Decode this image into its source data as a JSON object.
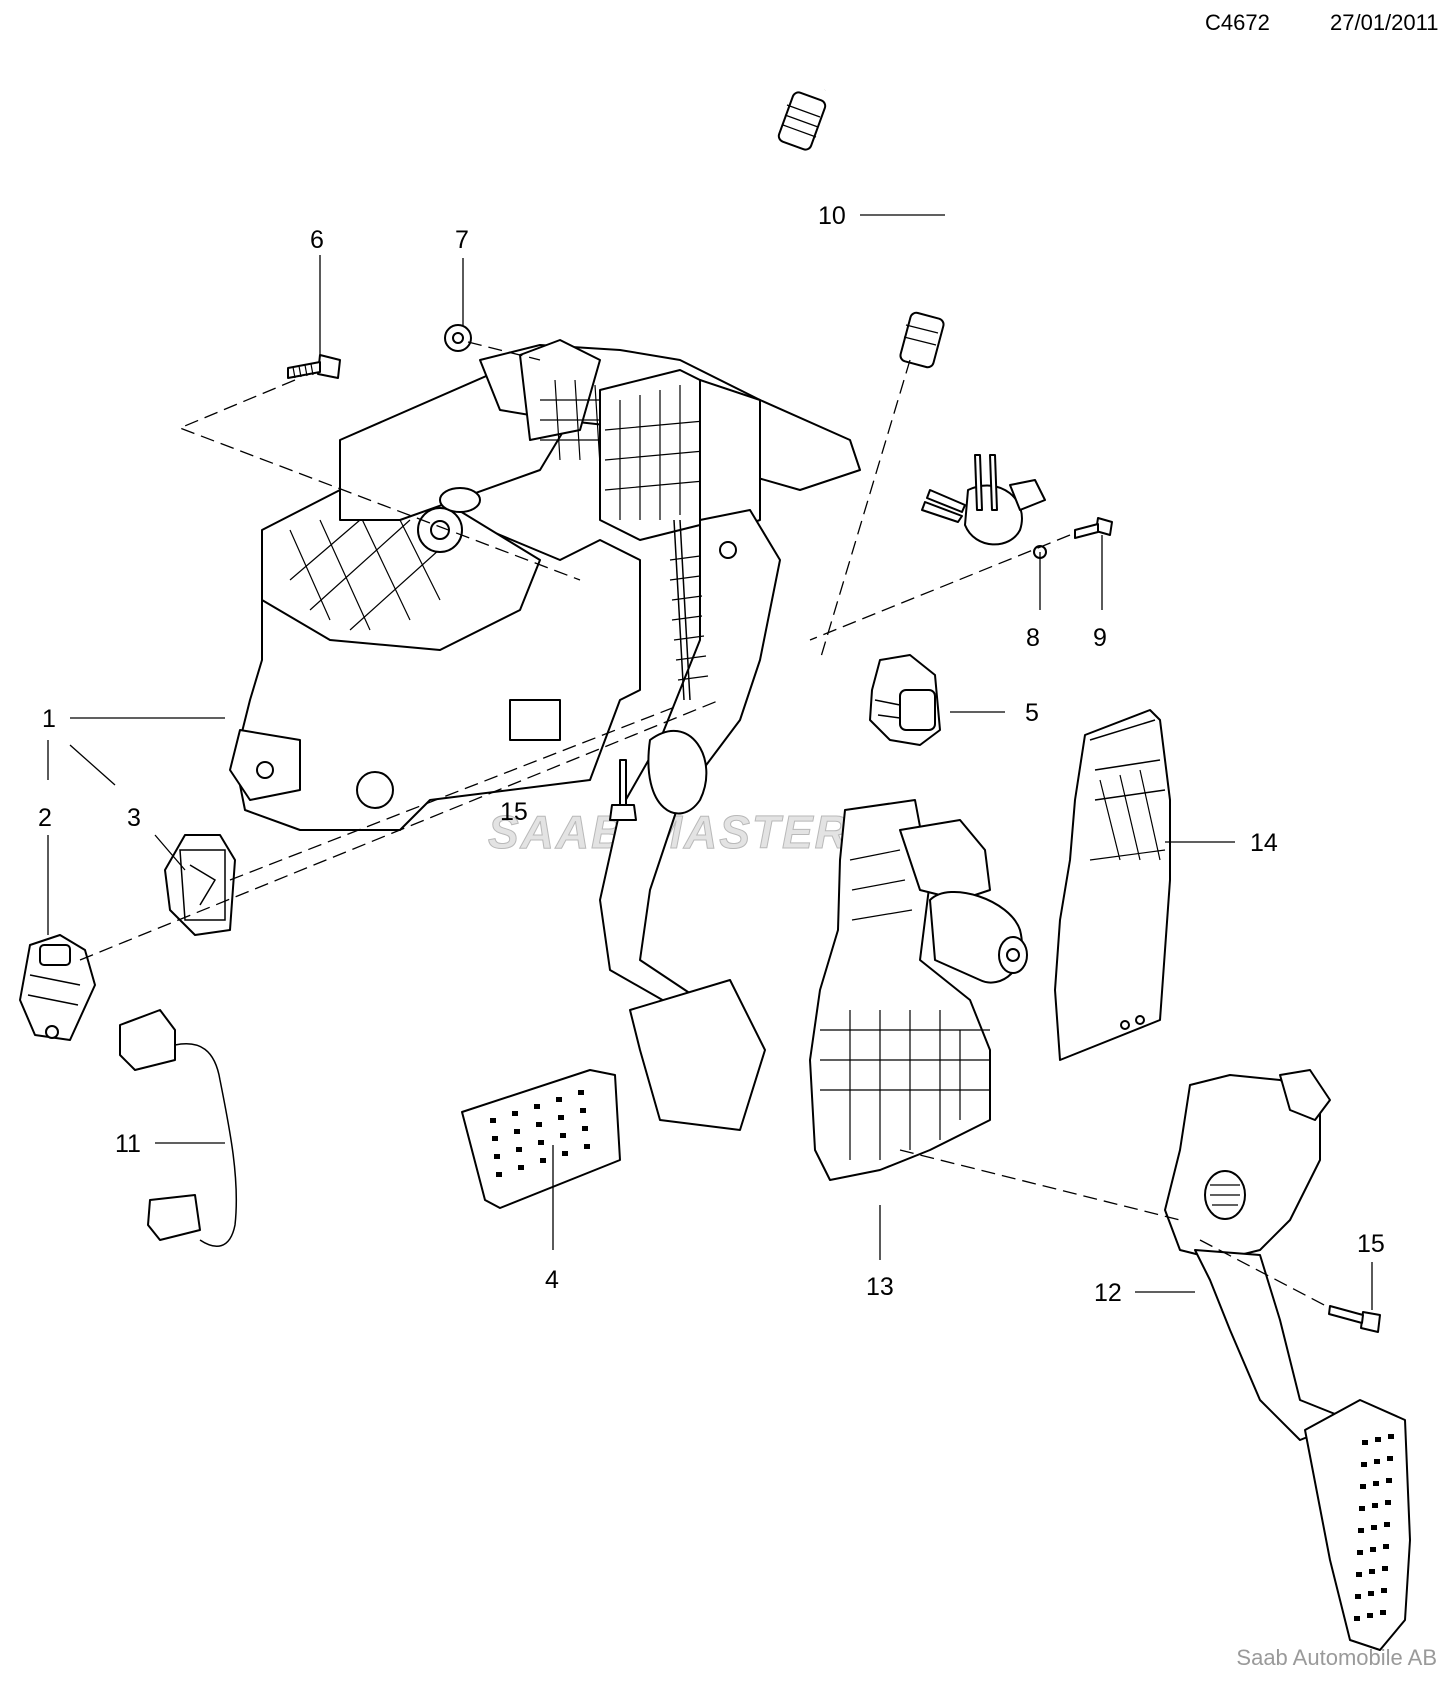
{
  "header": {
    "code": "C4672",
    "date": "27/01/2011"
  },
  "footer": {
    "company": "Saab Automobile AB"
  },
  "watermark": {
    "text": "SAAB-MASTER"
  },
  "callouts": [
    {
      "id": "1",
      "text": "1"
    },
    {
      "id": "2",
      "text": "2"
    },
    {
      "id": "3",
      "text": "3"
    },
    {
      "id": "4",
      "text": "4"
    },
    {
      "id": "5",
      "text": "5"
    },
    {
      "id": "6",
      "text": "6"
    },
    {
      "id": "7",
      "text": "7"
    },
    {
      "id": "8",
      "text": "8"
    },
    {
      "id": "9",
      "text": "9"
    },
    {
      "id": "10",
      "text": "10"
    },
    {
      "id": "11",
      "text": "11"
    },
    {
      "id": "12",
      "text": "12"
    },
    {
      "id": "13",
      "text": "13"
    },
    {
      "id": "14",
      "text": "14"
    },
    {
      "id": "15a",
      "text": "15"
    },
    {
      "id": "15b",
      "text": "15"
    }
  ]
}
